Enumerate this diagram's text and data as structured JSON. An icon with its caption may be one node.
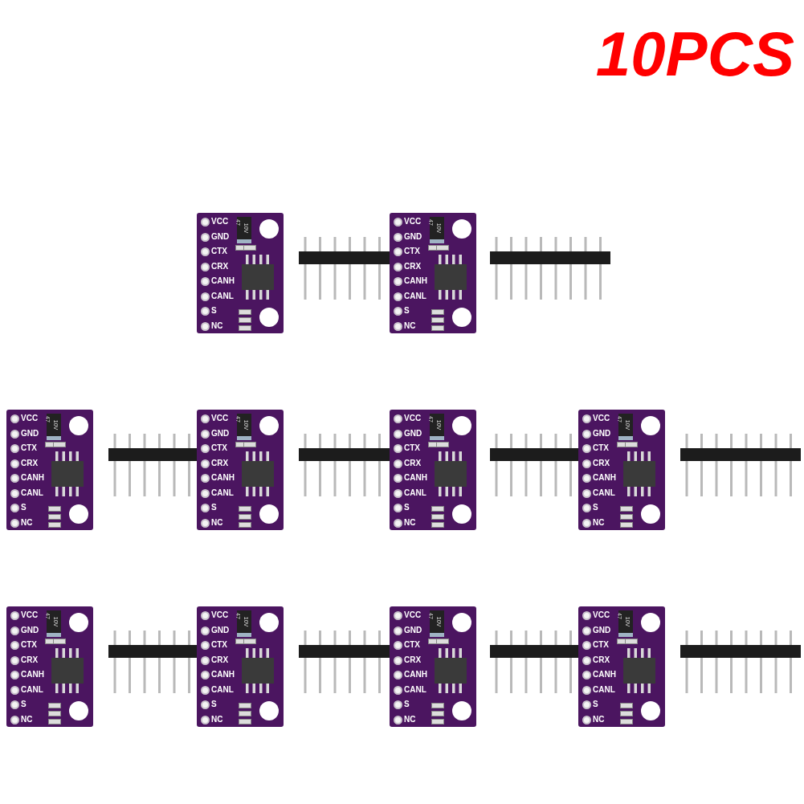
{
  "diagram": {
    "title": "10PCS",
    "labels": [
      "VCC",
      "GND",
      "CTX",
      "CRX",
      "CANH",
      "CANL",
      "S",
      "NC",
      "47",
      "10V",
      "VCC",
      "GND",
      "CTX",
      "CRX",
      "CANH",
      "CANL",
      "S",
      "NC",
      "47",
      "10V",
      "VCC",
      "GND",
      "CTX",
      "CRX",
      "CANH",
      "CANL",
      "S",
      "NC",
      "47",
      "10V",
      "VCC",
      "GND",
      "CTX",
      "CRX",
      "CANH",
      "CANL",
      "S",
      "NC",
      "47",
      "10V",
      "VCC",
      "GND",
      "CTX",
      "CRX",
      "CANH",
      "CANL",
      "S",
      "NC",
      "47",
      "10V",
      "VCC",
      "GND",
      "CTX",
      "CRX",
      "CANH",
      "CANL",
      "S",
      "NC",
      "47",
      "10V",
      "VCC",
      "GND",
      "CTX",
      "CRX",
      "CANH",
      "CANL",
      "S",
      "NC",
      "47",
      "10V",
      "VCC",
      "GND",
      "CTX",
      "CRX",
      "CANH",
      "CANL",
      "S",
      "NC",
      "47",
      "10V",
      "VCC",
      "GND",
      "CTX",
      "CRX",
      "CANH",
      "CANL",
      "S",
      "NC",
      "47",
      "10V",
      "VCC",
      "GND",
      "CTX",
      "CRX",
      "CANH",
      "CANL",
      "S",
      "NC",
      "47",
      "10V"
    ]
  }
}
